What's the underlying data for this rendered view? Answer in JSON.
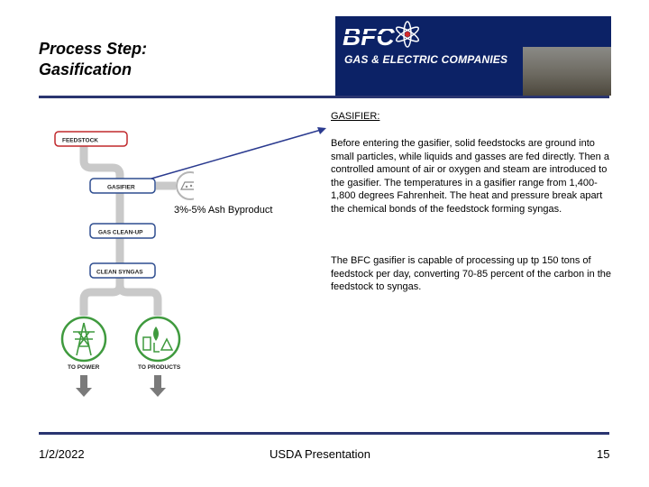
{
  "slide": {
    "title_line1": "Process Step:",
    "title_line2": "Gasification"
  },
  "logo": {
    "mark": "BFC",
    "subtitle": "GAS & ELECTRIC COMPANIES"
  },
  "content": {
    "heading": "GASIFIER:",
    "paragraph1": "Before entering the gasifier, solid feedstocks are ground into small particles, while liquids and gasses are fed directly.  Then a controlled amount of air or oxygen and steam are introduced to the gasifier.  The temperatures in a gasifier range from 1,400-1,800 degrees Fahrenheit.  The heat and pressure break apart the chemical bonds of the feedstock forming syngas.",
    "paragraph2": "The BFC gasifier is capable of processing up tp 150 tons of feedstock per day, converting 70-85 percent of the carbon in the feedstock to syngas."
  },
  "diagram": {
    "steps": [
      "FEEDSTOCK",
      "GASIFIER",
      "GAS CLEAN-UP",
      "CLEAN SYNGAS"
    ],
    "outputs": [
      "TO POWER",
      "TO PRODUCTS"
    ],
    "byproduct_label": "3%-5% Ash Byproduct"
  },
  "footer": {
    "date": "1/2/2022",
    "center": "USDA Presentation",
    "page": "15"
  },
  "colors": {
    "rule": "#2a3570",
    "flow_pipe": "#c9c9c9",
    "step_border": "#2e4d8f",
    "feedstock_red": "#c0282c",
    "output_green": "#3f9a3e",
    "arrow": "#2a3a8f"
  }
}
